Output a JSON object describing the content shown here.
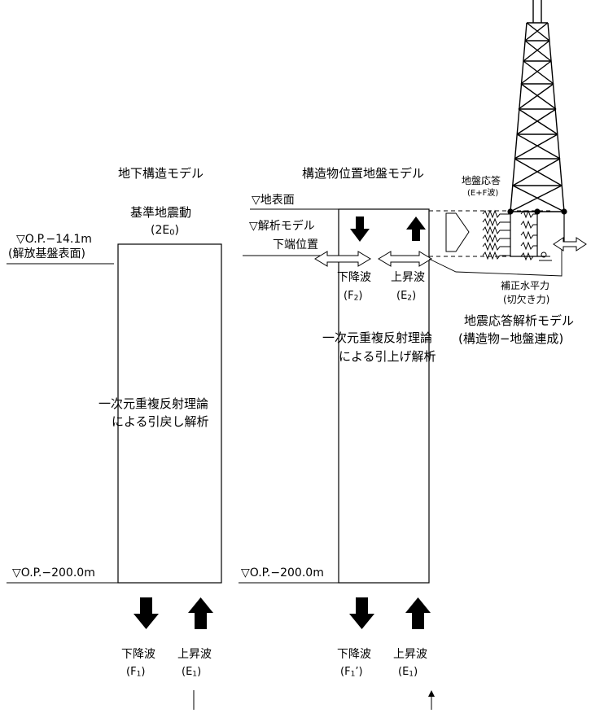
{
  "left_model": {
    "title": "地下構造モデル",
    "top_marker": "▽O.P.−14.1m",
    "top_marker_note": "(解放基盤表面)",
    "input_label": "基準地震動",
    "input_sym": "(2E",
    "input_sub": "0",
    "input_close": ")",
    "method_line1": "一次元重複反射理論",
    "method_line2": "による引戻し解析",
    "bottom_marker": "▽O.P.−200.0m",
    "down_wave": "下降波",
    "down_sym": "(F",
    "down_sub": "1",
    "down_close": ")",
    "up_wave": "上昇波",
    "up_sym": "(E",
    "up_sub": "1",
    "up_close": ")"
  },
  "right_model": {
    "title": "構造物位置地盤モデル",
    "ground_surface": "▽地表面",
    "model_bottom_1": "▽解析モデル",
    "model_bottom_2": "下端位置",
    "down_wave": "下降波",
    "down_sym": "(F",
    "down_sub": "2",
    "down_close": ")",
    "up_wave": "上昇波",
    "up_sym": "(E",
    "up_sub": "2",
    "up_close": ")",
    "method_line1": "一次元重複反射理論",
    "method_line2": "による引上げ解析",
    "bottom_marker": "▽O.P.−200.0m",
    "bottom_down_wave": "下降波",
    "bottom_down_sym": "(F",
    "bottom_down_sub": "1",
    "bottom_down_close": "’)",
    "bottom_up_wave": "上昇波",
    "bottom_up_sym": "(E",
    "bottom_up_sub": "1",
    "bottom_up_close": ")"
  },
  "structure_model": {
    "ground_response": "地盤応答",
    "ground_response_note": "(E+F波)",
    "correction_force": "補正水平力",
    "correction_force_note": "(切欠き力)",
    "analysis_model_title": "地震応答解析モデル",
    "analysis_model_note": "(構造物−地盤連成)"
  }
}
